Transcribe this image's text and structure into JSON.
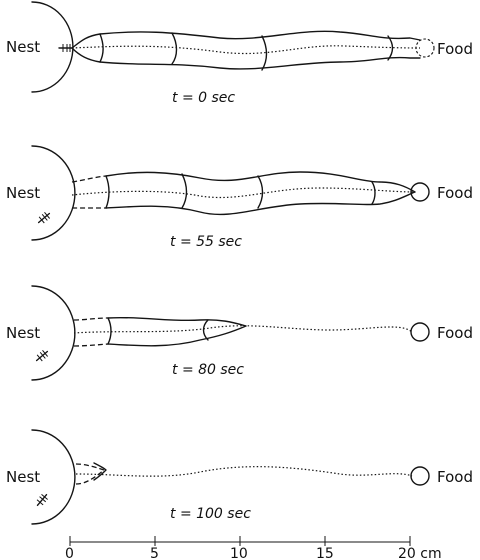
{
  "panels": [
    {
      "nest_label": "Nest",
      "food_label": "Food",
      "time_label": "t = 0 sec"
    },
    {
      "nest_label": "Nest",
      "food_label": "Food",
      "time_label": "t = 55 sec"
    },
    {
      "nest_label": "Nest",
      "food_label": "Food",
      "time_label": "t = 80 sec"
    },
    {
      "nest_label": "Nest",
      "food_label": "Food",
      "time_label": "t = 100 sec"
    }
  ],
  "scale_bar": {
    "ticks": [
      "0",
      "5",
      "10",
      "15",
      "20 cm"
    ]
  },
  "colors": {
    "ink": "#151515",
    "background": "#ffffff"
  }
}
